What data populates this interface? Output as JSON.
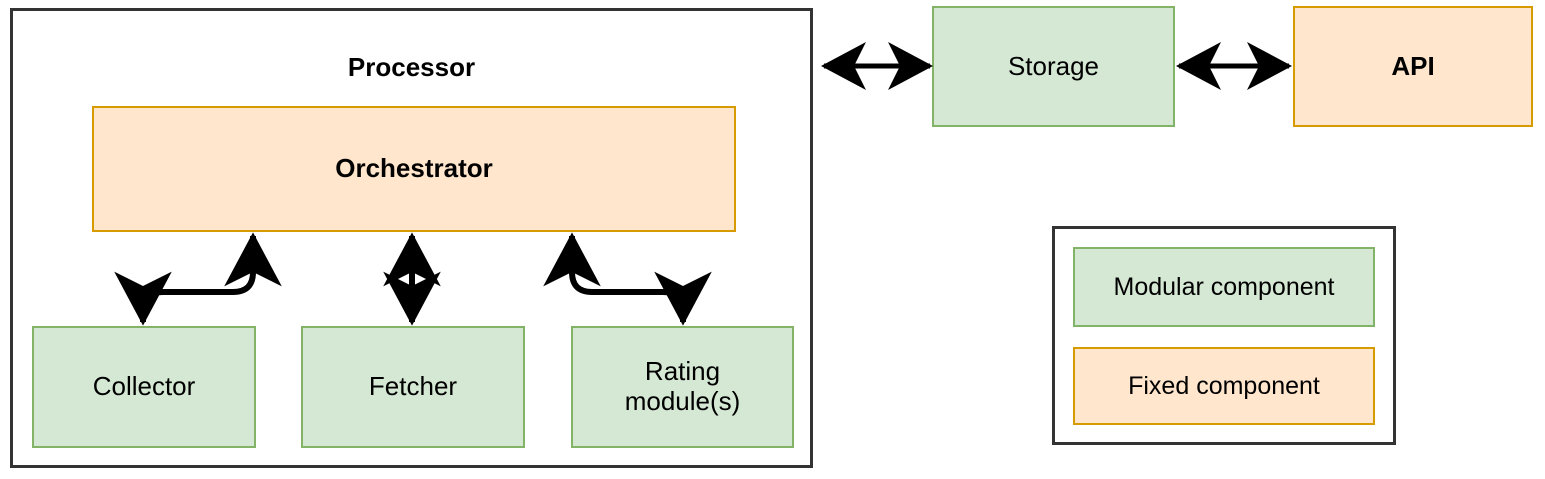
{
  "diagram": {
    "type": "architecture-block-diagram",
    "background": "#ffffff",
    "colors": {
      "modular_fill": "#d5e8d4",
      "modular_stroke": "#82b366",
      "fixed_fill": "#ffe6cc",
      "fixed_stroke": "#d79b00",
      "container_stroke": "#333333",
      "arrow": "#000000",
      "text": "#000000"
    },
    "processor": {
      "title": "Processor",
      "orchestrator": "Orchestrator",
      "children": [
        {
          "label": "Collector"
        },
        {
          "label": "Fetcher"
        },
        {
          "label": "Rating\nmodule(s)",
          "line1": "Rating",
          "line2": "module(s)"
        }
      ]
    },
    "external": [
      {
        "label": "Storage",
        "kind": "modular"
      },
      {
        "label": "API",
        "kind": "fixed"
      }
    ],
    "legend": {
      "items": [
        {
          "label": "Modular component",
          "kind": "modular"
        },
        {
          "label": "Fixed component",
          "kind": "fixed"
        }
      ]
    },
    "connections": [
      {
        "from": "Processor",
        "to": "Storage",
        "style": "double-headed"
      },
      {
        "from": "Storage",
        "to": "API",
        "style": "double-headed"
      },
      {
        "from": "Orchestrator",
        "to": "Collector",
        "style": "curved-pair"
      },
      {
        "from": "Orchestrator",
        "to": "Fetcher",
        "style": "double-headed"
      },
      {
        "from": "Orchestrator",
        "to": "Rating module(s)",
        "style": "curved-pair"
      }
    ]
  }
}
